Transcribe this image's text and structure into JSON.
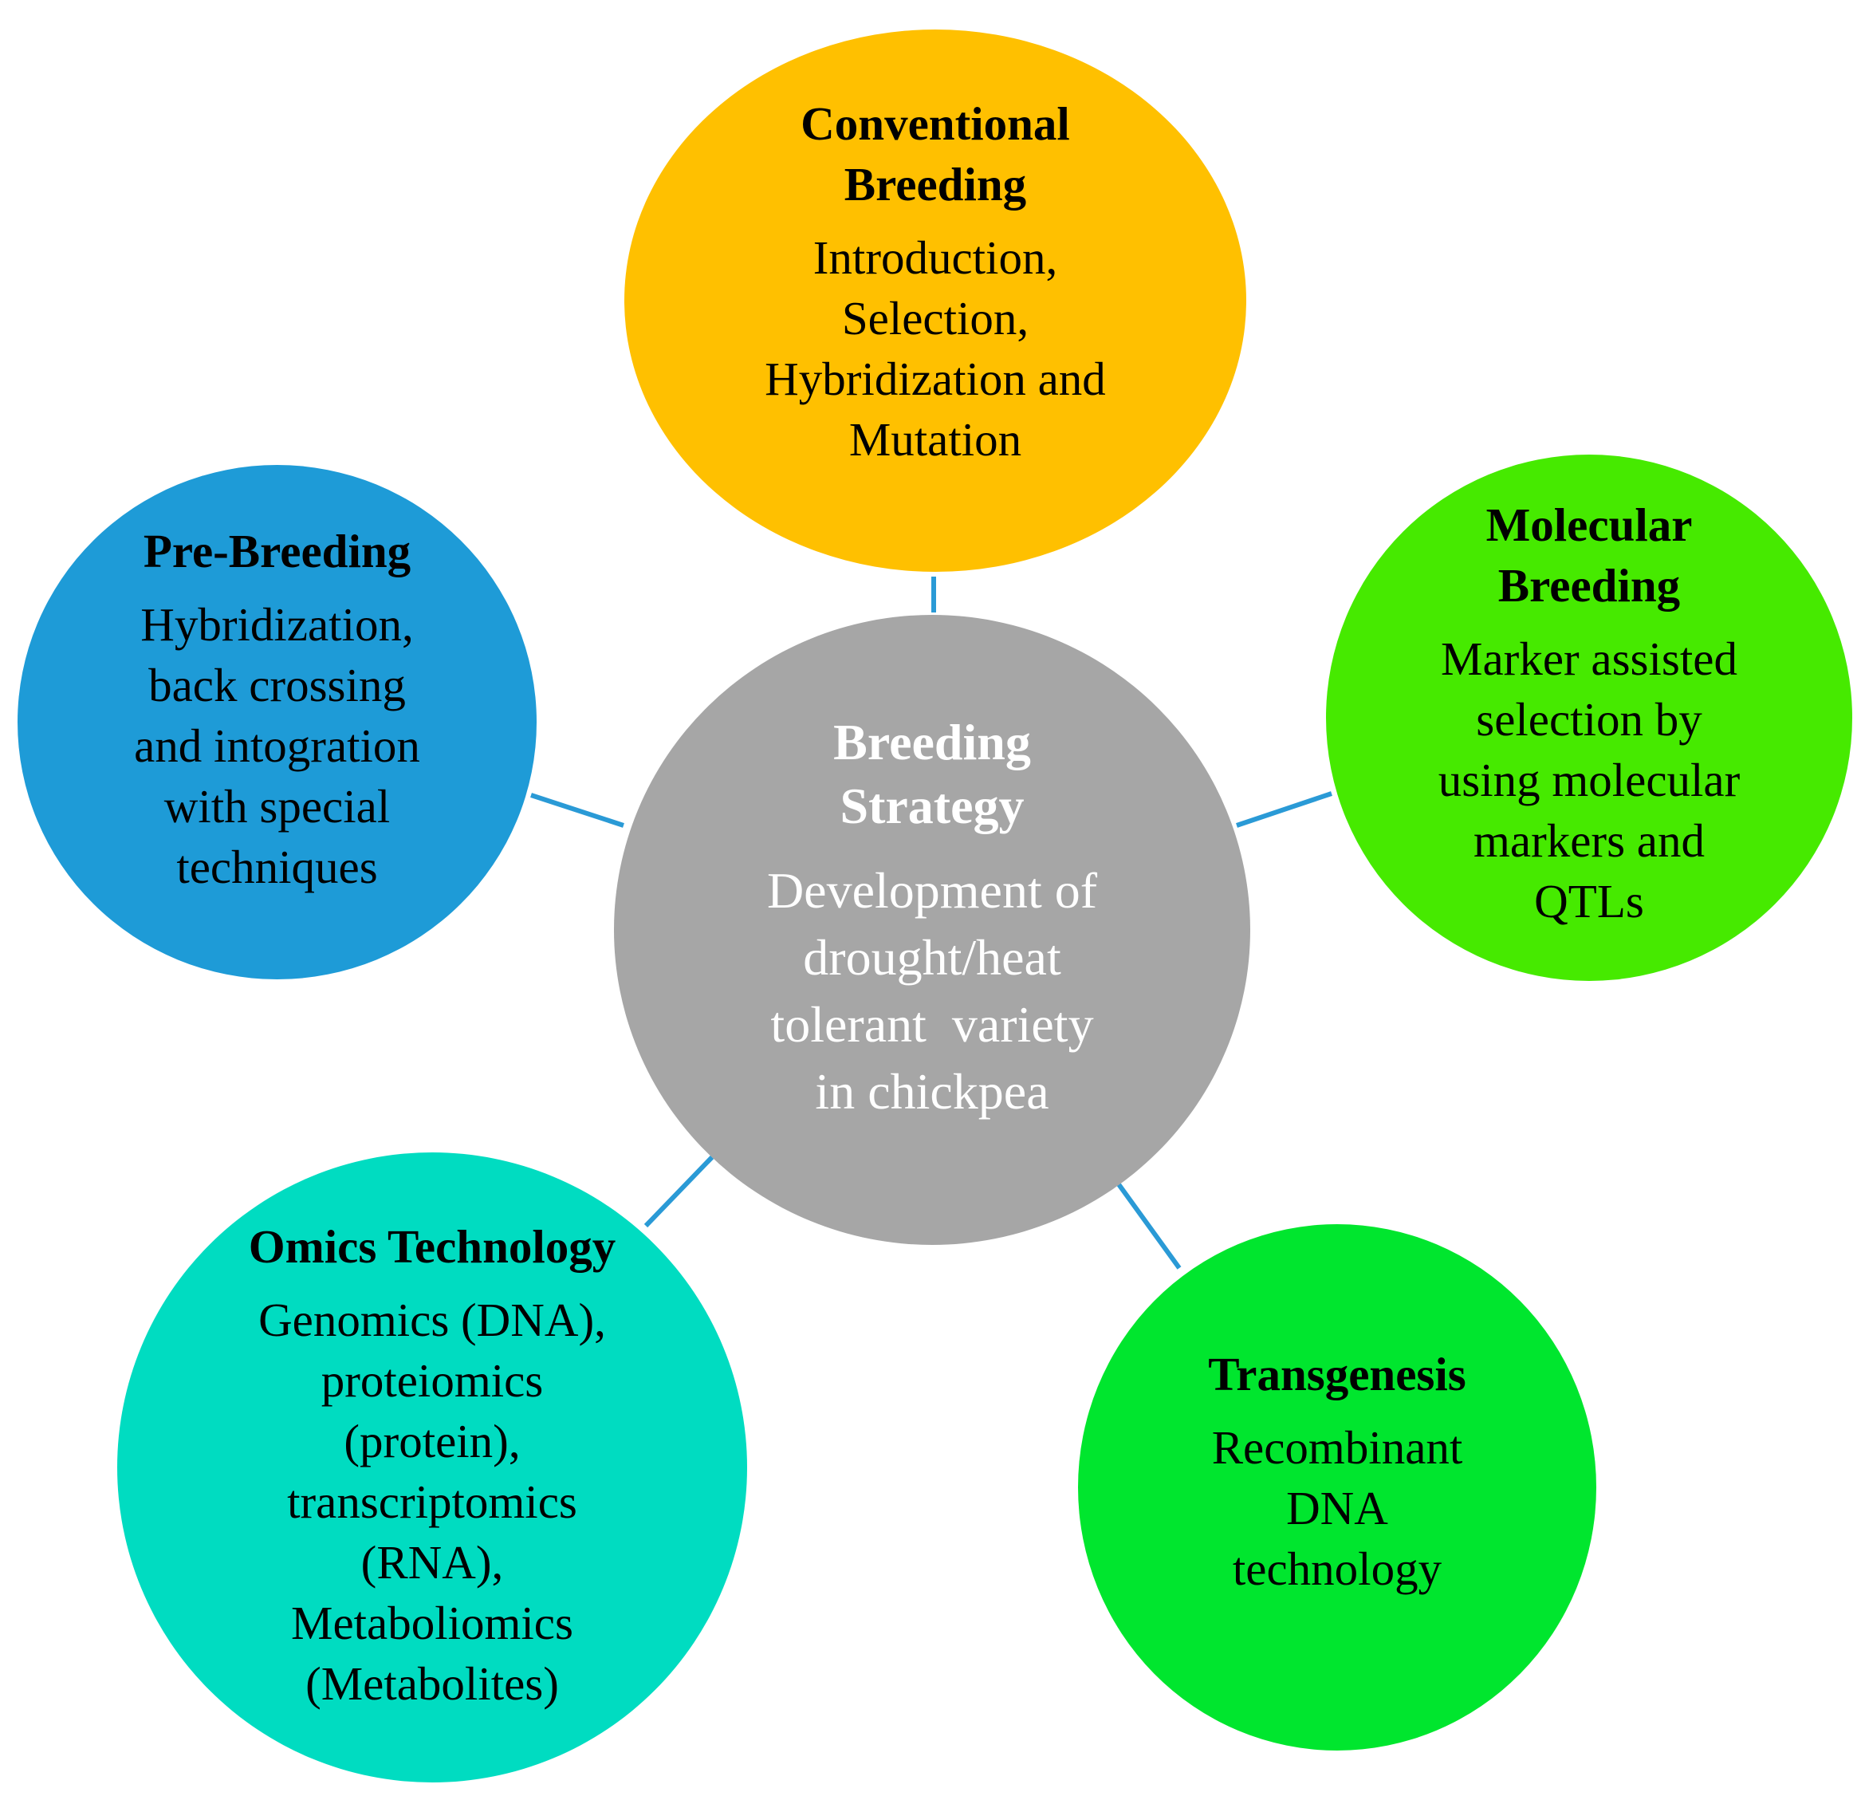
{
  "colors": {
    "connector": "#2a9ad6",
    "center": "#a6a6a6",
    "conventional": "#ffc000",
    "pre_breeding": "#1e9bd7",
    "molecular": "#46ea00",
    "omics": "#00dcc1",
    "transgenesis": "#00e62e"
  },
  "center": {
    "title_lines": [
      "Breeding",
      "Strategy"
    ],
    "body_lines": [
      "Development of",
      "drought/heat",
      "tolerant  variety",
      "in chickpea"
    ]
  },
  "conventional": {
    "title_lines": [
      "Conventional",
      "Breeding"
    ],
    "body_lines": [
      "Introduction,",
      "Selection,",
      "Hybridization and",
      "Mutation"
    ]
  },
  "pre_breeding": {
    "title_lines": [
      "Pre-Breeding"
    ],
    "body_lines": [
      "Hybridization,",
      "back crossing",
      "and intogration",
      "with special",
      "techniques"
    ]
  },
  "molecular": {
    "title_lines": [
      "Molecular",
      "Breeding"
    ],
    "body_lines": [
      "Marker assisted",
      "selection by",
      "using molecular",
      "markers and",
      "QTLs"
    ]
  },
  "omics": {
    "title_lines": [
      "Omics Technology"
    ],
    "body_lines": [
      "Genomics (DNA),",
      "proteiomics",
      "(protein),",
      "transcriptomics",
      "(RNA),",
      "Metaboliomics",
      "(Metabolites)"
    ]
  },
  "transgenesis": {
    "title_lines": [
      "Transgenesis"
    ],
    "body_lines": [
      "Recombinant",
      "DNA",
      "technology"
    ]
  }
}
